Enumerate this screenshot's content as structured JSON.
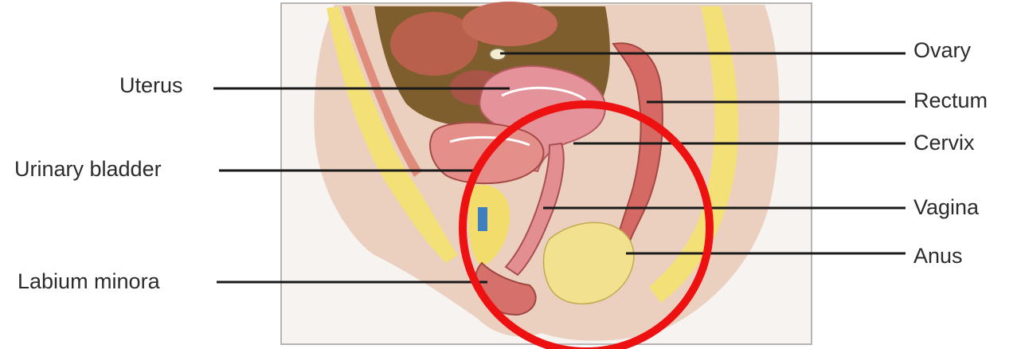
{
  "labels": {
    "uterus": "Uterus",
    "urinary_bladder": "Urinary bladder",
    "labium_minora": "Labium minora",
    "ovary": "Ovary",
    "rectum": "Rectum",
    "cervix": "Cervix",
    "vagina": "Vagina",
    "anus": "Anus"
  },
  "colors": {
    "skin": "#e8c8b4",
    "fat": "#f2e27a",
    "tissue": "#d9786c",
    "organ_pink": "#e7a0a0",
    "cavity": "#7a5a2a",
    "highlight_circle": "#ee1111",
    "leader_line": "#1a1a1a"
  }
}
